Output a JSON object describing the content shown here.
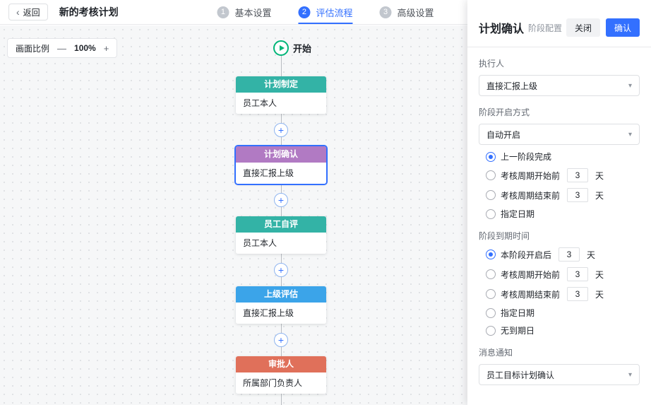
{
  "topbar": {
    "back_icon": "‹",
    "back_label": "返回",
    "title": "新的考核计划",
    "steps": [
      {
        "num": "1",
        "label": "基本设置",
        "active": false
      },
      {
        "num": "2",
        "label": "评估流程",
        "active": true
      },
      {
        "num": "3",
        "label": "高级设置",
        "active": false
      }
    ]
  },
  "canvas": {
    "zoom_label": "画面比例",
    "zoom_out_icon": "—",
    "zoom_value": "100%",
    "zoom_in_icon": "+",
    "start_label": "开始",
    "plus_icon": "+",
    "nodes": [
      {
        "title": "计划制定",
        "body": "员工本人",
        "color": "#33b3a6",
        "selected": false
      },
      {
        "title": "计划确认",
        "body": "直接汇报上级",
        "color": "#b17ac3",
        "selected": true
      },
      {
        "title": "员工自评",
        "body": "员工本人",
        "color": "#33b3a6",
        "selected": false
      },
      {
        "title": "上级评估",
        "body": "直接汇报上级",
        "color": "#3ba4e9",
        "selected": false
      },
      {
        "title": "审批人",
        "body": "所属部门负责人",
        "color": "#e0705a",
        "selected": false
      }
    ]
  },
  "panel": {
    "title": "计划确认",
    "subtitle": "阶段配置",
    "close_label": "关闭",
    "confirm_label": "确认",
    "caret_icon": "▾",
    "executor_label": "执行人",
    "executor_value": "直接汇报上级",
    "start_mode_label": "阶段开启方式",
    "start_mode_value": "自动开启",
    "start_options": [
      {
        "label": "上一阶段完成",
        "selected": true
      },
      {
        "label": "考核周期开始前",
        "input_value": "3",
        "suffix": "天",
        "selected": false
      },
      {
        "label": "考核周期结束前",
        "input_value": "3",
        "suffix": "天",
        "selected": false
      },
      {
        "label": "指定日期",
        "selected": false
      }
    ],
    "due_label": "阶段到期时间",
    "due_options": [
      {
        "label": "本阶段开启后",
        "input_value": "3",
        "suffix": "天",
        "selected": true
      },
      {
        "label": "考核周期开始前",
        "input_value": "3",
        "suffix": "天",
        "selected": false
      },
      {
        "label": "考核周期结束前",
        "input_value": "3",
        "suffix": "天",
        "selected": false
      },
      {
        "label": "指定日期",
        "selected": false
      },
      {
        "label": "无到期日",
        "selected": false
      }
    ],
    "notify_label": "消息通知",
    "notify_value": "员工目标计划确认"
  },
  "colors": {
    "accent_blue": "#3370ff",
    "start_green": "#00b578",
    "node_teal": "#33b3a6",
    "node_purple": "#b17ac3",
    "node_blue": "#3ba4e9",
    "node_red": "#e0705a"
  }
}
